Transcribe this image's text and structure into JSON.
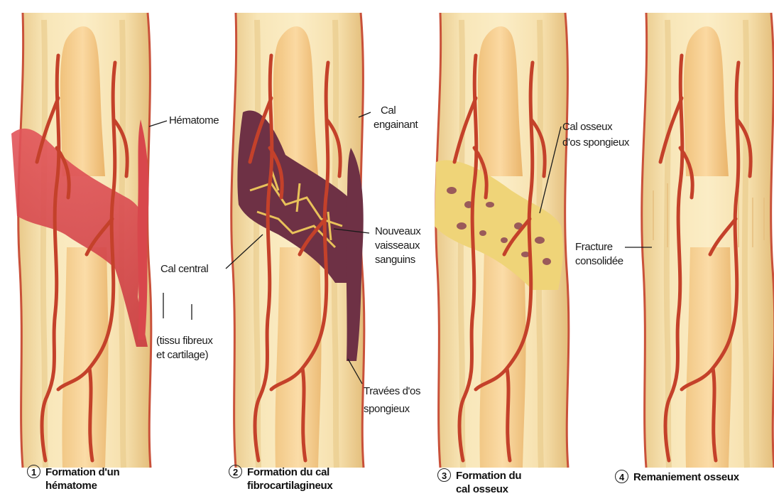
{
  "colors": {
    "bone": "#f4dfa8",
    "bone_shade": "#e3b970",
    "marrow": "#f8d39a",
    "vessel": "#c8462b",
    "hematoma": "#d84a4e",
    "fibro_callus": "#6e3145",
    "bony_callus": "#efd478"
  },
  "labels": {
    "hematome": "Hématome",
    "cal_engainant_1": "Cal",
    "cal_engainant_2": "engainant",
    "cal_central": "Cal central",
    "tissu_1": "(tissu fibreux",
    "tissu_2": "et cartilage)",
    "nouveaux_1": "Nouveaux",
    "nouveaux_2": "vaisseaux",
    "nouveaux_3": "sanguins",
    "travees_1": "Travées d'os",
    "travees_2": "spongieux",
    "cal_osseux_1": "Cal osseux",
    "cal_osseux_2": "d'os spongieux",
    "fracture_1": "Fracture",
    "fracture_2": "consolidée"
  },
  "steps": [
    {
      "num": "1",
      "line1": "Formation d'un",
      "line2": "hématome"
    },
    {
      "num": "2",
      "line1": "Formation du cal",
      "line2": "fibrocartilagineux"
    },
    {
      "num": "3",
      "line1": "Formation du",
      "line2": "cal osseux"
    },
    {
      "num": "4",
      "line1": "Remaniement osseux",
      "line2": ""
    }
  ]
}
